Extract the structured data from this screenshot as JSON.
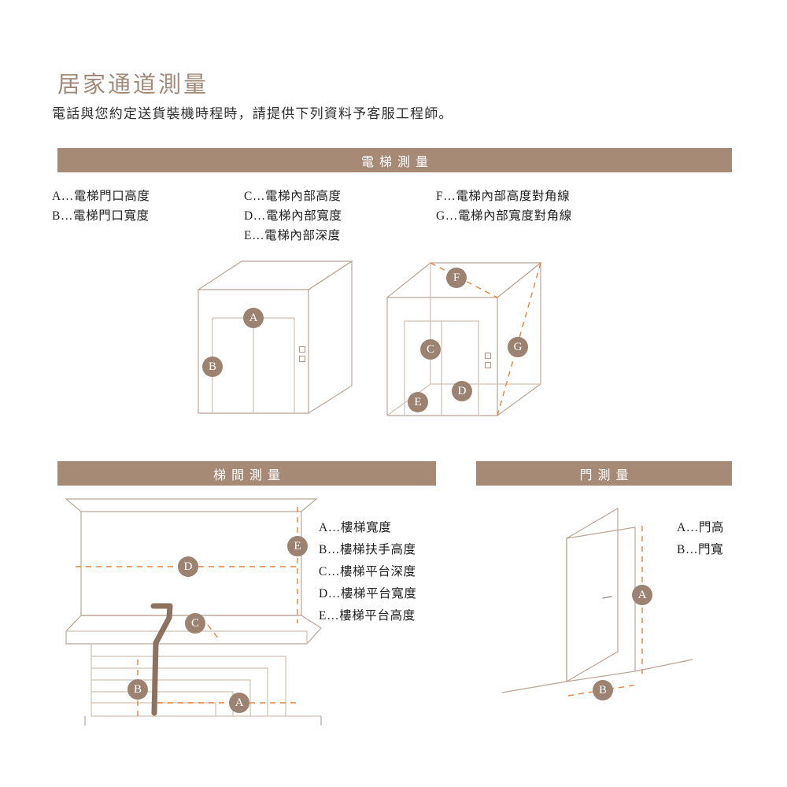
{
  "header": {
    "title": "居家通道測量",
    "subtitle": "電話與您約定送貨裝機時程時，請提供下列資料予客服工程師。"
  },
  "colors": {
    "bar_bg": "#a68a76",
    "title": "#a08b7a",
    "badge": "#9c8371",
    "dimension_line": "#e8833a",
    "outline": "#b9a596"
  },
  "sections": {
    "elevator": {
      "bar_label": "電梯測量",
      "legend_col1": [
        "A…電梯門口高度",
        "B…電梯門口寬度"
      ],
      "legend_col2": [
        "C…電梯內部高度",
        "D…電梯內部寬度",
        "E…電梯內部深度"
      ],
      "legend_col3": [
        "F…電梯內部高度對角線",
        "G…電梯內部寬度對角線"
      ],
      "badges_door": [
        "A",
        "B"
      ],
      "badges_inner": [
        "C",
        "D",
        "E",
        "F",
        "G"
      ]
    },
    "stairs": {
      "bar_label": "梯間測量",
      "legend": [
        "A…樓梯寬度",
        "B…樓梯扶手高度",
        "C…樓梯平台深度",
        "D…樓梯平台寬度",
        "E…樓梯平台高度"
      ],
      "badges": [
        "A",
        "B",
        "C",
        "D",
        "E"
      ]
    },
    "door": {
      "bar_label": "門測量",
      "legend": [
        "A…門高",
        "B…門寬"
      ],
      "badges": [
        "A",
        "B"
      ]
    }
  }
}
